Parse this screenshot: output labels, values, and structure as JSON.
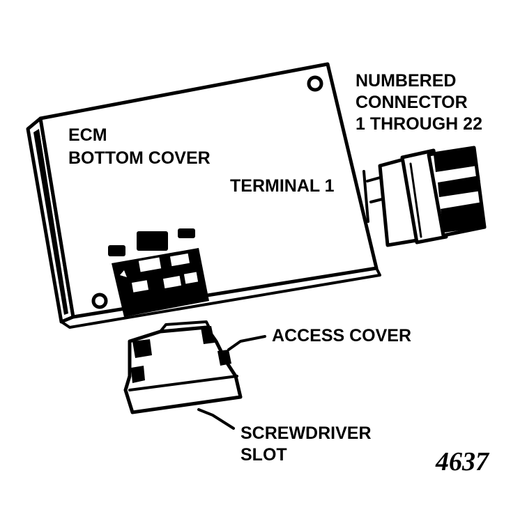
{
  "labels": {
    "ecm_line1": "ECM",
    "ecm_line2": "BOTTOM COVER",
    "terminal": "TERMINAL 1",
    "connector_line1": "NUMBERED",
    "connector_line2": "CONNECTOR",
    "connector_line3": "1 THROUGH 22",
    "access_cover": "ACCESS COVER",
    "screwdriver_line1": "SCREWDRIVER",
    "screwdriver_line2": "SLOT"
  },
  "figure_number": "4637"
}
